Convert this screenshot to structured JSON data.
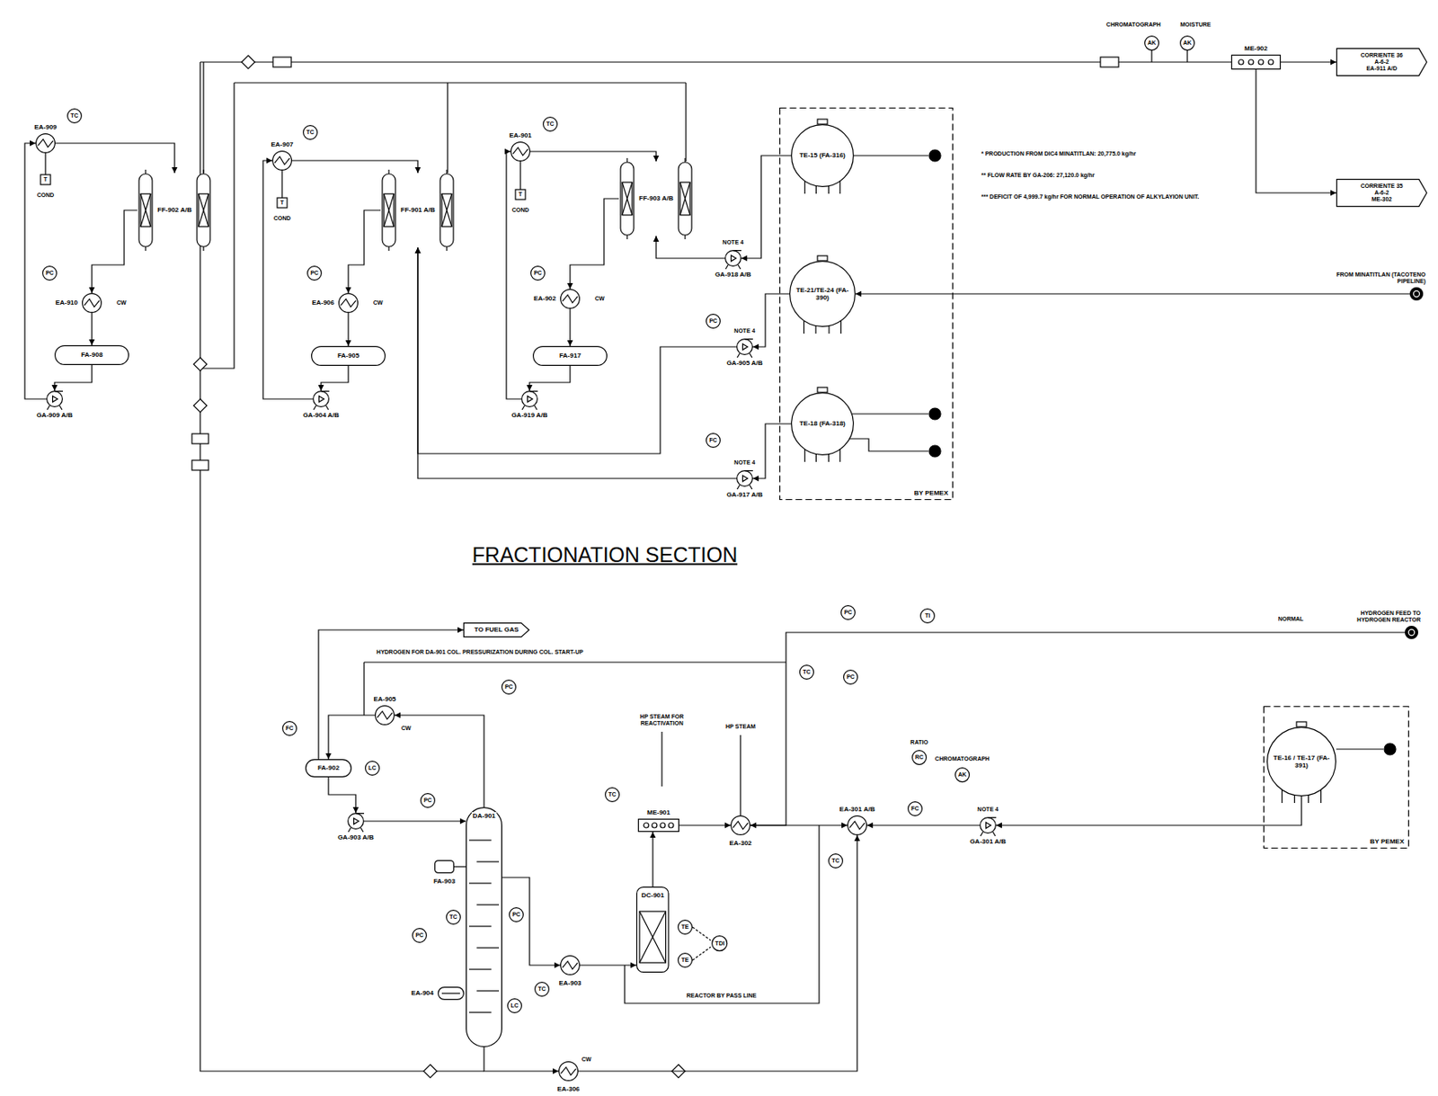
{
  "diagram": {
    "title": "FRACTIONATION SECTION",
    "nodes": [
      {
        "text": [
          "EA-909"
        ]
      },
      {
        "text": [
          "FF-902 A/B"
        ]
      },
      {
        "text": [
          "EA-910"
        ]
      },
      {
        "text": [
          "FA-908"
        ]
      },
      {
        "text": [
          "GA-909 A/B"
        ]
      },
      {
        "text": [
          "EA-907"
        ]
      },
      {
        "text": [
          "FF-901 A/B"
        ]
      },
      {
        "text": [
          "EA-906"
        ]
      },
      {
        "text": [
          "FA-905"
        ]
      },
      {
        "text": [
          "GA-904 A/B"
        ]
      },
      {
        "text": [
          "EA-901"
        ]
      },
      {
        "text": [
          "FF-903 A/B"
        ]
      },
      {
        "text": [
          "EA-902"
        ]
      },
      {
        "text": [
          "FA-917"
        ]
      },
      {
        "text": [
          "GA-919 A/B"
        ]
      },
      {
        "text": [
          "GA-918 A/B"
        ]
      },
      {
        "text": [
          "GA-905 A/B"
        ]
      },
      {
        "text": [
          "GA-917 A/B"
        ]
      },
      {
        "text": [
          "BY PEMEX"
        ]
      },
      {
        "text": [
          "TE-15 (FA-316)"
        ],
        "in": 18
      },
      {
        "text": [
          "TE-21/TE-24 (FA-390)"
        ],
        "in": 18
      },
      {
        "text": [
          "TE-18 (FA-318)"
        ],
        "in": 18
      },
      {
        "text": [
          "FROM MINATITLAN (TACOTENO PIPELINE)"
        ]
      },
      {
        "text": [
          "ME-902"
        ]
      },
      {
        "text": [
          "CORRIENTE 36",
          "A-6-2",
          "EA-911 A/D"
        ]
      },
      {
        "text": [
          "CORRIENTE 35",
          "A-6-2",
          "ME-302"
        ]
      },
      {
        "text": [
          "AK"
        ]
      },
      {
        "text": [
          "AK"
        ]
      },
      {
        "text": [
          "FA-902"
        ]
      },
      {
        "text": [
          "EA-905"
        ]
      },
      {
        "text": [
          "GA-903 A/B"
        ]
      },
      {
        "text": [
          "DA-901"
        ]
      },
      {
        "text": [
          "FA-903"
        ]
      },
      {
        "text": [
          "EA-904"
        ]
      },
      {
        "text": [
          "EA-903"
        ]
      },
      {
        "text": [
          "DC-901"
        ]
      },
      {
        "text": [
          "ME-901"
        ]
      },
      {
        "text": [
          "EA-302"
        ]
      },
      {
        "text": [
          "EA-301 A/B"
        ]
      },
      {
        "text": [
          "GA-301 A/B"
        ]
      },
      {
        "text": [
          "BY PEMEX"
        ]
      },
      {
        "text": [
          "TE-16 / TE-17 (FA-391)"
        ],
        "in": 40
      },
      {
        "text": [
          "HYDROGEN FEED TO HYDROGEN REACTOR"
        ]
      },
      {
        "text": [
          "TO FUEL GAS"
        ]
      },
      {
        "text": [
          "EA-306"
        ]
      },
      {
        "text": [
          "TC"
        ]
      },
      {
        "text": [
          "PC"
        ]
      },
      {
        "text": [
          "TC"
        ]
      },
      {
        "text": [
          "PC"
        ]
      },
      {
        "text": [
          "TC"
        ]
      },
      {
        "text": [
          "PC"
        ]
      },
      {
        "text": [
          "PC"
        ]
      },
      {
        "text": [
          "FC"
        ]
      },
      {
        "text": [
          "FC"
        ]
      },
      {
        "text": [
          "LC"
        ]
      },
      {
        "text": [
          "PC"
        ]
      },
      {
        "text": [
          "TC"
        ]
      },
      {
        "text": [
          "PC"
        ]
      },
      {
        "text": [
          "LC"
        ]
      },
      {
        "text": [
          "PC"
        ]
      },
      {
        "text": [
          "TC"
        ]
      },
      {
        "text": [
          "PC"
        ]
      },
      {
        "text": [
          "TC"
        ]
      },
      {
        "text": [
          "TE"
        ]
      },
      {
        "text": [
          "TE"
        ]
      },
      {
        "text": [
          "TDI"
        ]
      },
      {
        "text": [
          "TC"
        ]
      },
      {
        "text": [
          "PC"
        ]
      },
      {
        "text": [
          "PC"
        ]
      },
      {
        "text": [
          "TI"
        ]
      },
      {
        "text": [
          "RC"
        ]
      },
      {
        "text": [
          "AK"
        ]
      },
      {
        "text": [
          "FC"
        ]
      },
      {
        "text": [
          "TC"
        ]
      }
    ],
    "edges": [
      {
        "from": 3,
        "to": 4,
        "arrow": "to"
      },
      {
        "from": 4,
        "to": 0,
        "arrow": "to"
      },
      {
        "from": 0,
        "to": 1,
        "arrow": "to"
      },
      {
        "from": 1,
        "to": 2,
        "arrow": "to"
      },
      {
        "from": 2,
        "to": 3,
        "arrow": "to"
      },
      {
        "from": 8,
        "to": 9,
        "arrow": "to"
      },
      {
        "from": 9,
        "to": 5,
        "arrow": "to"
      },
      {
        "from": 5,
        "to": 6,
        "arrow": "to"
      },
      {
        "from": 6,
        "to": 7,
        "arrow": "to"
      },
      {
        "from": 7,
        "to": 8,
        "arrow": "to"
      },
      {
        "from": 13,
        "to": 14,
        "arrow": "to"
      },
      {
        "from": 14,
        "to": 10,
        "arrow": "to"
      },
      {
        "from": 10,
        "to": 11,
        "arrow": "to"
      },
      {
        "from": 11,
        "to": 12,
        "arrow": "to"
      },
      {
        "from": 12,
        "to": 13,
        "arrow": "to"
      },
      {
        "from": 19,
        "to": 15,
        "arrow": "to"
      },
      {
        "from": 15,
        "to": 11,
        "arrow": "to"
      },
      {
        "from": 20,
        "to": 16,
        "arrow": "to"
      },
      {
        "from": 16,
        "to": 6,
        "arrow": "to"
      },
      {
        "from": 21,
        "to": 17,
        "arrow": "to"
      },
      {
        "from": 17,
        "to": 6,
        "arrow": "to"
      },
      {
        "from": 22,
        "to": 20,
        "arrow": "to"
      },
      {
        "from": 23,
        "to": 24,
        "arrow": "to"
      },
      {
        "from": 23,
        "to": 25,
        "arrow": "to"
      },
      {
        "from": 31,
        "to": 29,
        "arrow": "to"
      },
      {
        "from": 29,
        "to": 28,
        "arrow": "to"
      },
      {
        "from": 28,
        "to": 30,
        "arrow": "to"
      },
      {
        "from": 30,
        "to": 31,
        "arrow": "to"
      },
      {
        "from": 28,
        "to": 43,
        "arrow": "to"
      },
      {
        "from": 31,
        "to": 34,
        "arrow": "to"
      },
      {
        "from": 34,
        "to": 35,
        "arrow": "to"
      },
      {
        "from": 35,
        "to": 36,
        "arrow": "to"
      },
      {
        "from": 36,
        "to": 37,
        "arrow": "to"
      },
      {
        "from": 37,
        "to": 38,
        "arrow": "to"
      },
      {
        "from": 39,
        "to": 38,
        "arrow": "to"
      },
      {
        "from": 41,
        "to": 39,
        "arrow": "to"
      },
      {
        "from": 42,
        "to": 37,
        "arrow": "to"
      },
      {
        "from": 31,
        "to": 44,
        "arrow": "to"
      },
      {
        "from": 44,
        "to": 38,
        "arrow": "to"
      }
    ],
    "labels": [
      "* PRODUCTION FROM DIC4 MINATITLAN: 20,775.0 kg/hr",
      "** FLOW RATE BY GA-206: 27,120.0 kg/hr",
      "*** DEFICIT OF 4,999.7 kg/hr FOR NORMAL OPERATION OF ALKYLAYION UNIT.",
      "CHROMATOGRAPH",
      "MOISTURE",
      "T",
      "COND",
      "T",
      "COND",
      "T",
      "COND",
      "CW",
      "CW",
      "CW",
      "NOTE 4",
      "NOTE 4",
      "NOTE 4",
      "NOTE 4",
      "HYDROGEN FOR DA-901 COL. PRESSURIZATION DURING COL. START-UP",
      "HP STEAM FOR REACTIVATION",
      "HP STEAM",
      "REACTOR BY PASS LINE",
      "RATIO",
      "CHROMATOGRAPH",
      "NORMAL",
      "CW",
      "CW"
    ]
  }
}
